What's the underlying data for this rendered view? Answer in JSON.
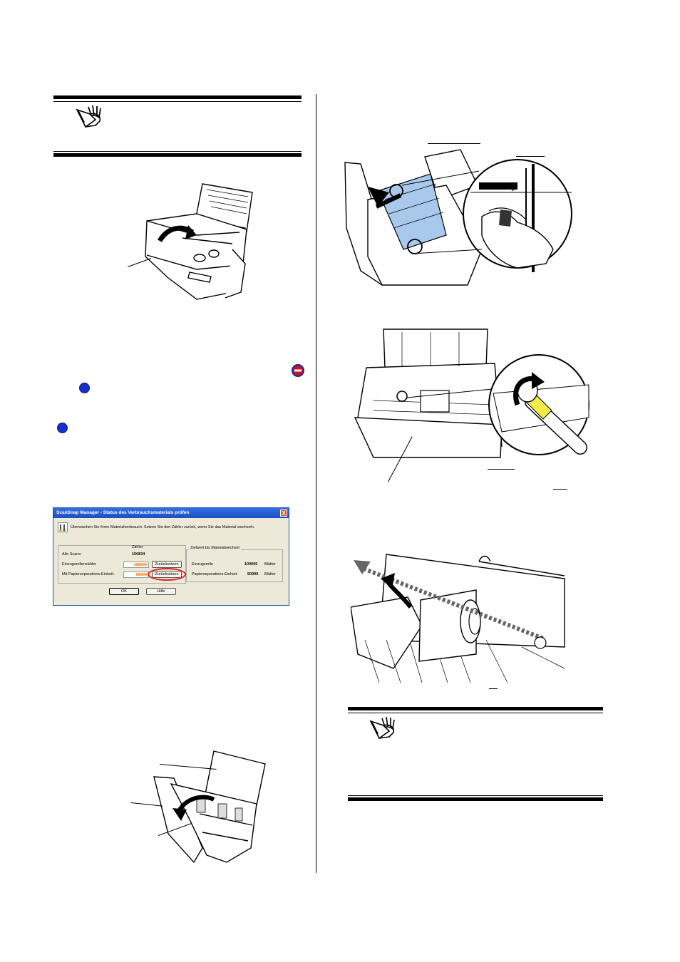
{
  "dialog": {
    "title": "ScanSnap Manager - Status des Verbrauchsmaterials prüfen",
    "close_label": "X",
    "info_text": "Überwachen Sie Ihren Materialverbrauch. Setzen Sie den Zähler zurück, wenn Sie das Material wechseln.",
    "counter_header": "Zähler",
    "limit_header": "Zielwert bis Materialwechsel",
    "rows": [
      {
        "label": "Alle Scans:",
        "value": "150834"
      },
      {
        "label": "Einzugsrollenzähler",
        "value": "100000",
        "reset": "Zurücksetzen"
      },
      {
        "label": "Mit Papierseparations-Einheit:",
        "value": "50000",
        "reset": "Zurücksetzen"
      }
    ],
    "limits": [
      {
        "label": "Einzugsrolle",
        "value": "100000",
        "unit": "Blätter"
      },
      {
        "label": "Papierseparations-Einheit:",
        "value": "50000",
        "unit": "Blätter"
      }
    ],
    "ok_label": "OK",
    "help_label": "Hilfe"
  },
  "colors": {
    "bullet": "#1430c8",
    "highlight_circle": "#e0201a",
    "counter_value": "#ff6a00",
    "feeder_blue": "#a8c8ec",
    "roller_yellow": "#f2ec48"
  },
  "icons": [
    "caution-hand-icon",
    "caution-hand-icon",
    "stop-icon",
    "step-bullet-icon",
    "step-bullet-icon"
  ]
}
